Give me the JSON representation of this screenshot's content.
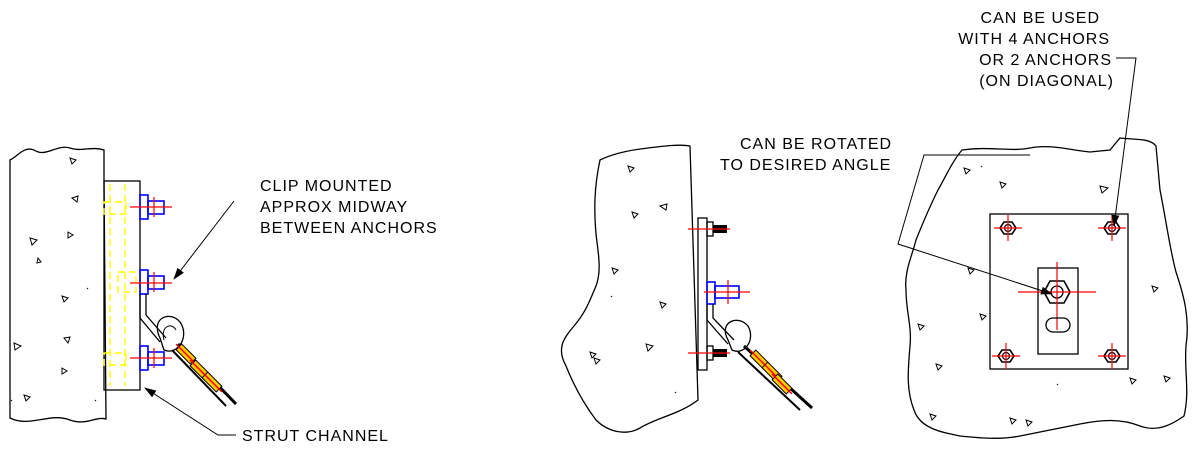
{
  "notes": {
    "clip": [
      "CLIP MOUNTED",
      "APPROX MIDWAY",
      "BETWEEN ANCHORS"
    ],
    "strut": "STRUT CHANNEL",
    "rotate": [
      "CAN BE ROTATED",
      "TO DESIRED ANGLE"
    ],
    "anchors": [
      "CAN BE USED",
      "WITH 4 ANCHORS",
      "OR 2 ANCHORS",
      "(ON DIAGONAL)"
    ]
  },
  "colors": {
    "line": "#000000",
    "strut": "#ffff00",
    "bolt": "#0000ff",
    "centerline": "#ff0000",
    "cable_mark": "#ff0000",
    "cable_clamp": "#ffcc00"
  }
}
